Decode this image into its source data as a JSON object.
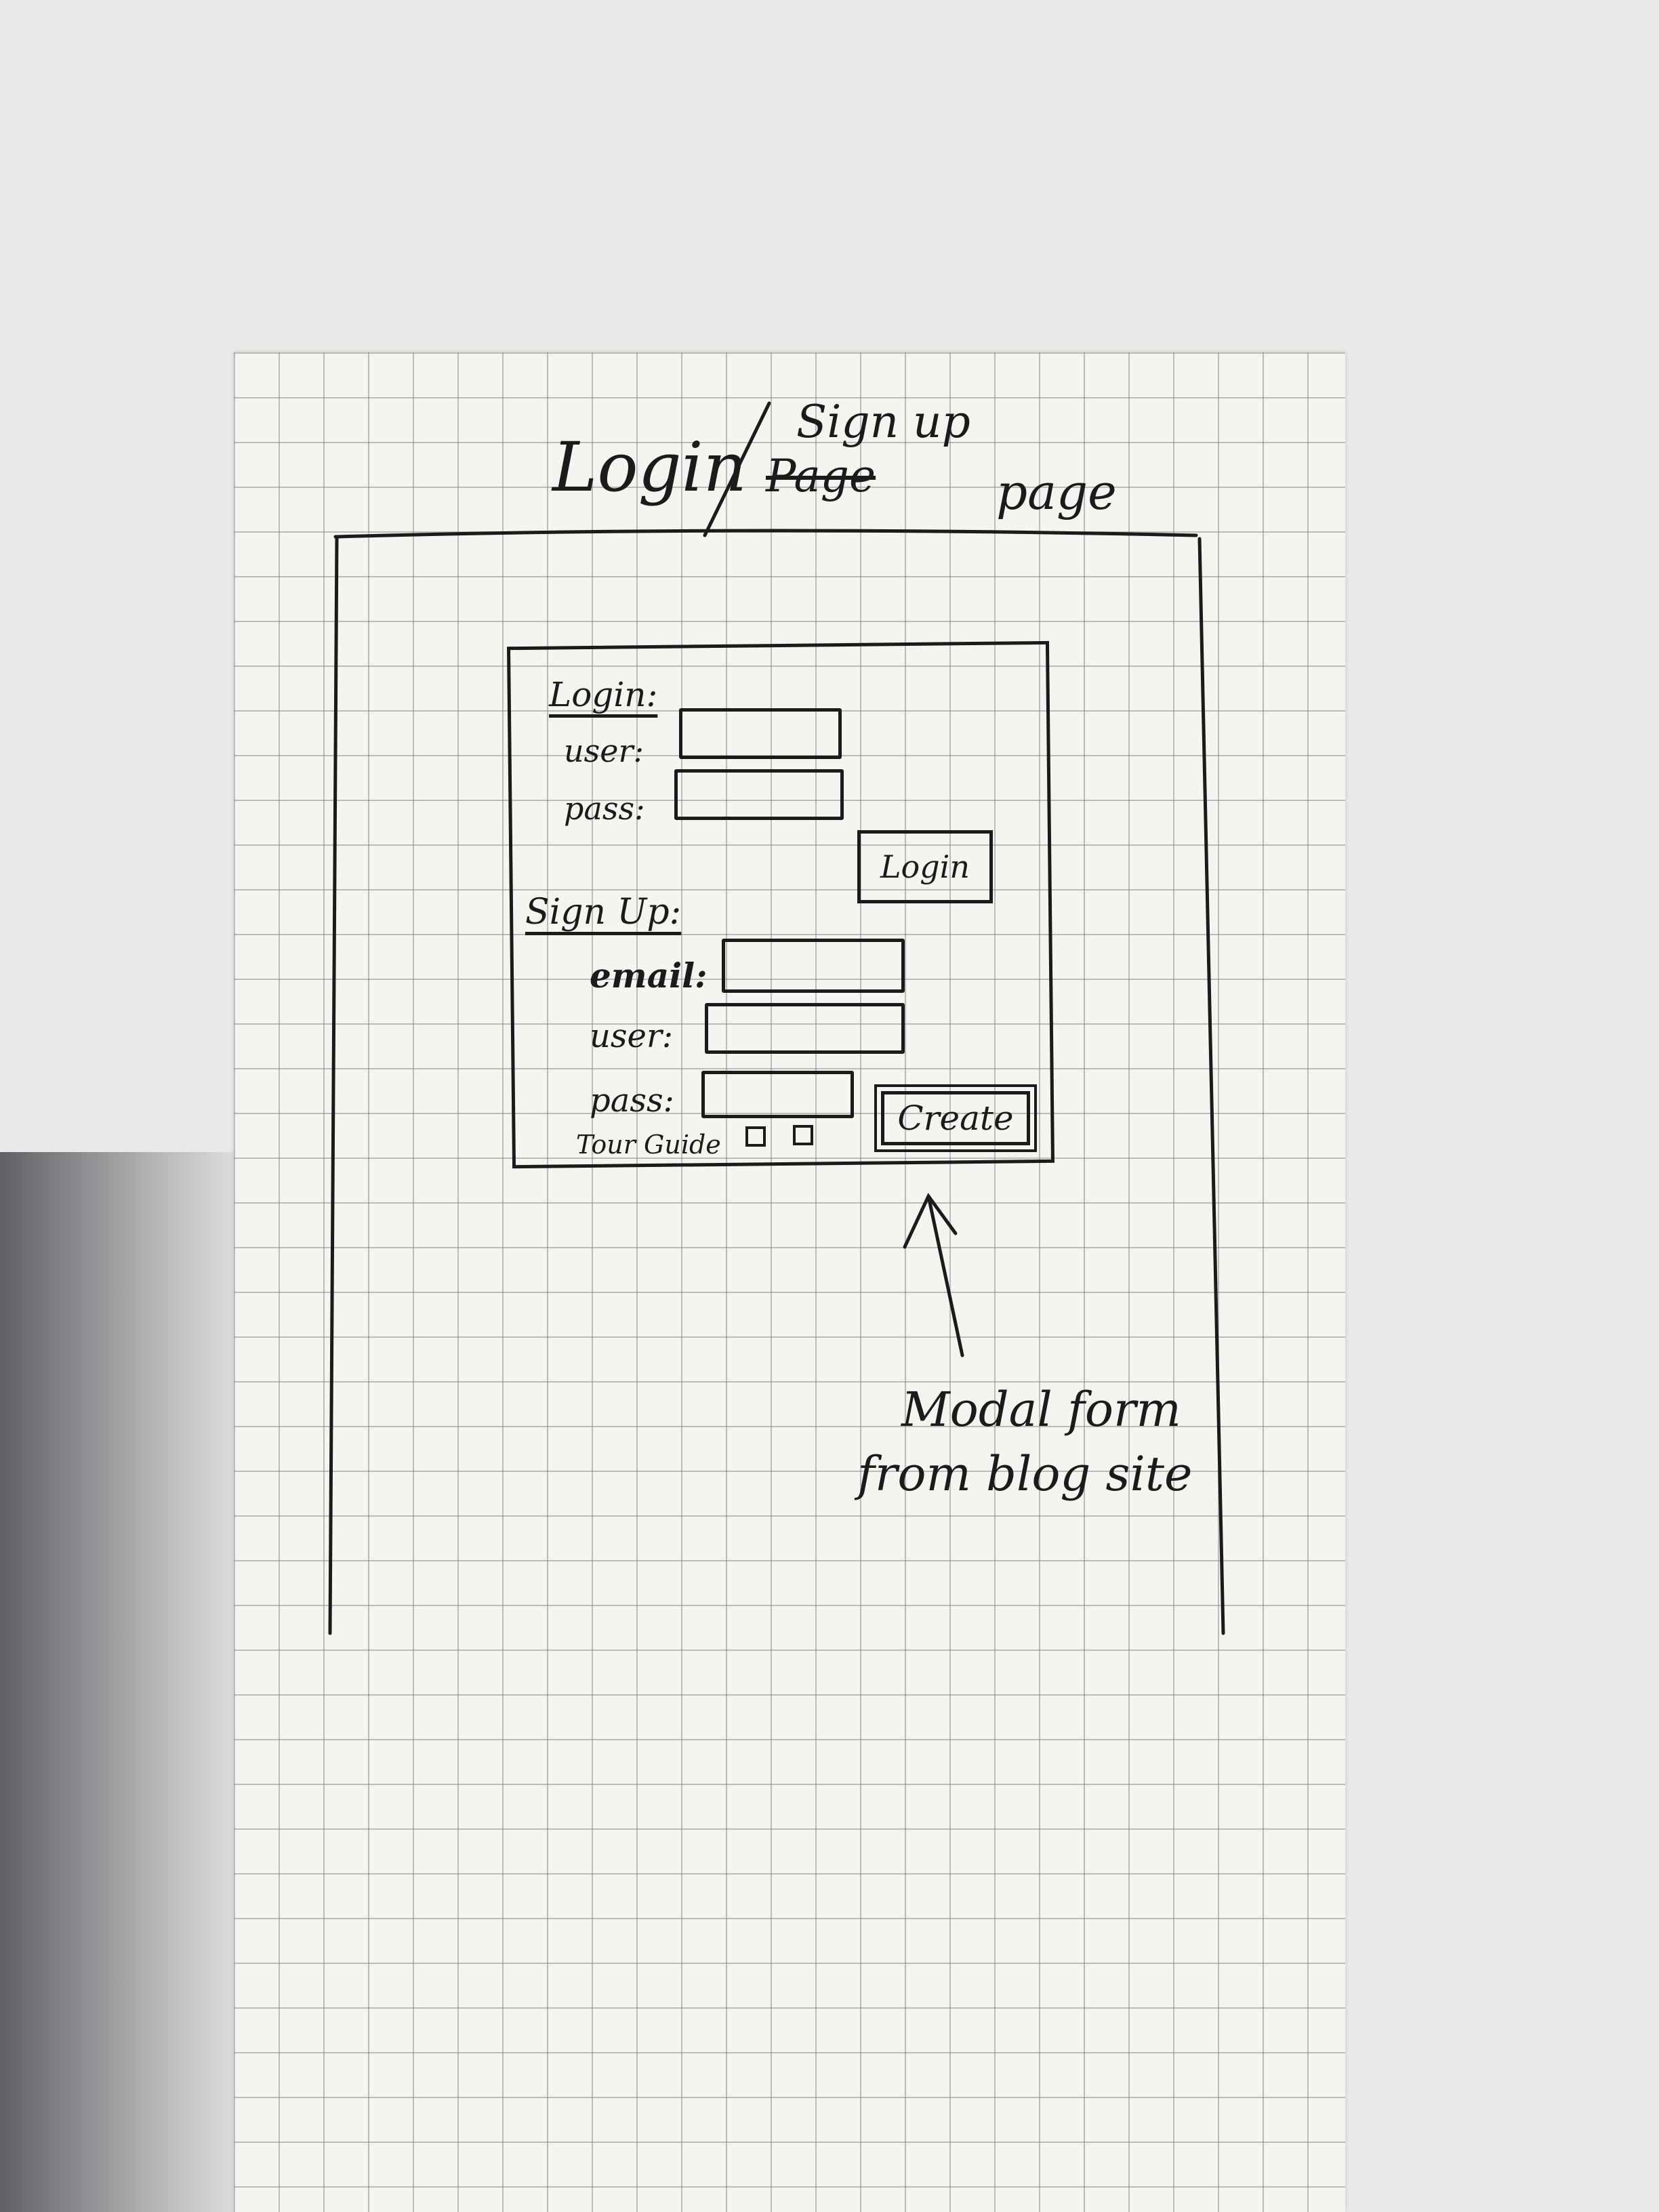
{
  "sketch": {
    "title_login": "Login",
    "title_signup": "Sign up",
    "title_struck": "Page",
    "title_page": "page",
    "modal": {
      "login_heading": "Login:",
      "user_label": "user:",
      "pass_label": "pass:",
      "login_button": "Login",
      "signup_heading": "Sign Up:",
      "email_label": "email:",
      "signup_user_label": "user:",
      "signup_pass_label": "pass:",
      "tour_guide_label": "Tour Guide",
      "create_button": "Create"
    },
    "annotation_line1": "Modal form",
    "annotation_line2": "from blog site"
  }
}
